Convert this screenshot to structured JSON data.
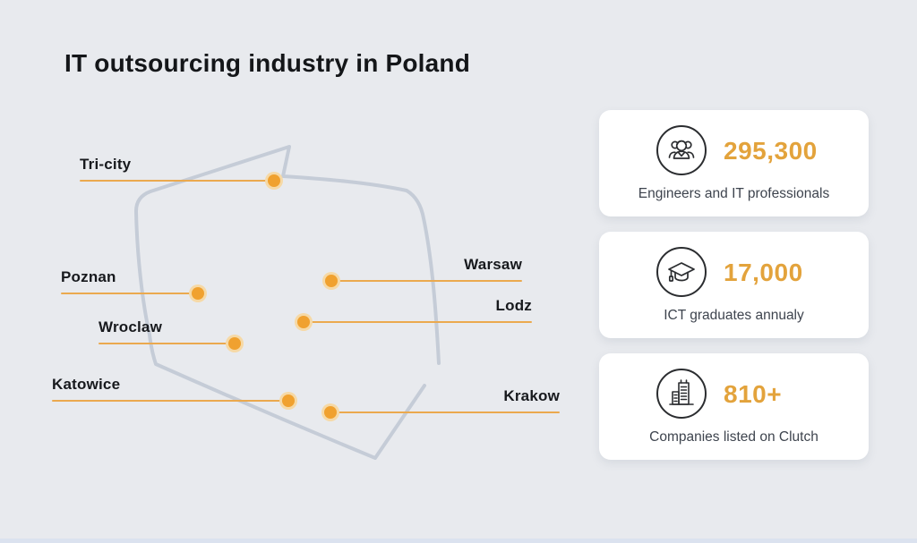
{
  "title": "IT outsourcing industry in Poland",
  "map": {
    "region_name": "Poland",
    "cities": [
      {
        "name": "Tri-city"
      },
      {
        "name": "Poznan"
      },
      {
        "name": "Wroclaw"
      },
      {
        "name": "Katowice"
      },
      {
        "name": "Warsaw"
      },
      {
        "name": "Lodz"
      },
      {
        "name": "Krakow"
      }
    ]
  },
  "stats": [
    {
      "icon": "team-icon",
      "value": "295,300",
      "label": "Engineers and IT professionals"
    },
    {
      "icon": "graduation-cap-icon",
      "value": "17,000",
      "label": "ICT graduates annualy"
    },
    {
      "icon": "buildings-icon",
      "value": "810+",
      "label": "Companies listed on Clutch"
    }
  ],
  "colors": {
    "background": "#e8eaee",
    "accent_orange": "#e3a33c",
    "dot_orange": "#f0a12f",
    "line_orange": "#eba94e",
    "map_outline": "#c5ccd7",
    "card_bg": "#ffffff",
    "text_dark": "#17191d",
    "text_gray": "#3e444e"
  }
}
